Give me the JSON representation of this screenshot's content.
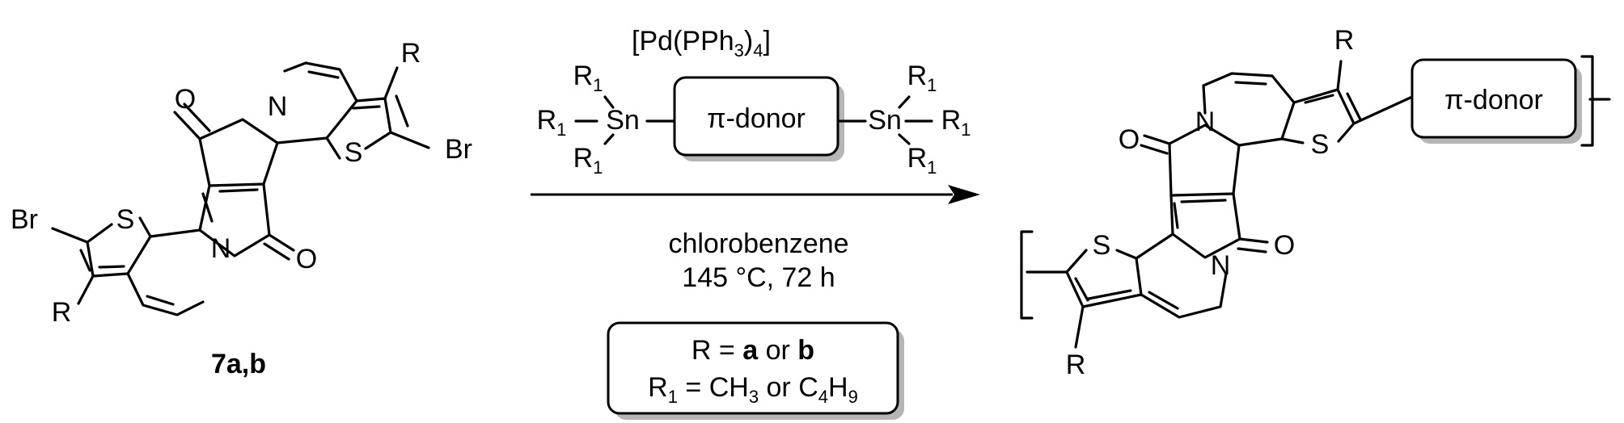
{
  "reactant": {
    "compound_label": "7a,b",
    "atom_N": "N",
    "atom_O": "O",
    "atom_S": "S",
    "atom_Br": "Br",
    "substituent_R": "R"
  },
  "reagent": {
    "catalyst": "[Pd(PPh",
    "catalyst_sub": "3",
    "catalyst_close": ")",
    "catalyst_close_sub": "4",
    "catalyst_end": "]",
    "donor_label": "π-donor",
    "tin": "Sn",
    "r1": "R",
    "r1_sub": "1"
  },
  "conditions": {
    "solvent": "chlorobenzene",
    "temperature_time": "145 °C, 72 h"
  },
  "legend_box": {
    "line1_prefix": "R = ",
    "line1_a": "a",
    "line1_or": " or ",
    "line1_b": "b",
    "line2_r": "R",
    "line2_r_sub": "1",
    "line2_eq": " = CH",
    "line2_ch3_sub": "3",
    "line2_or": " or C",
    "line2_c4_sub": "4",
    "line2_h": "H",
    "line2_h9_sub": "9"
  },
  "product": {
    "donor_label": "π-donor",
    "atom_N": "N",
    "atom_O": "O",
    "atom_S": "S",
    "substituent_R": "R"
  }
}
